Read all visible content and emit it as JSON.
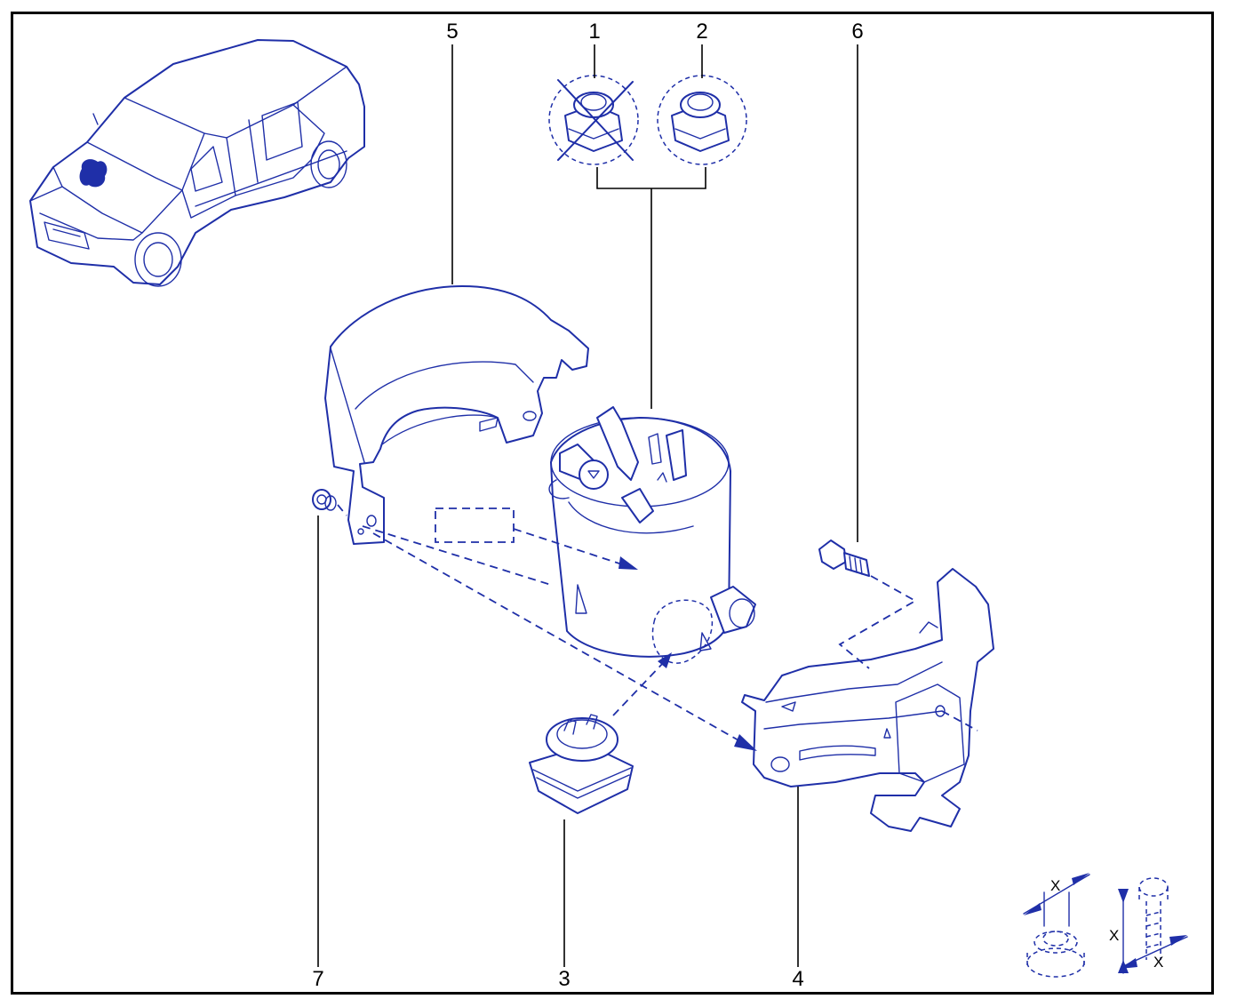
{
  "callouts": {
    "c1": "1",
    "c2": "2",
    "c3": "3",
    "c4": "4",
    "c5": "5",
    "c6": "6",
    "c7": "7"
  },
  "torque_labels": {
    "nut_x": "X",
    "bolt_x_side": "X",
    "bolt_x_bottom": "X"
  },
  "colors": {
    "ink": "#1f2fa8",
    "frame": "#000000",
    "background": "#ffffff"
  }
}
